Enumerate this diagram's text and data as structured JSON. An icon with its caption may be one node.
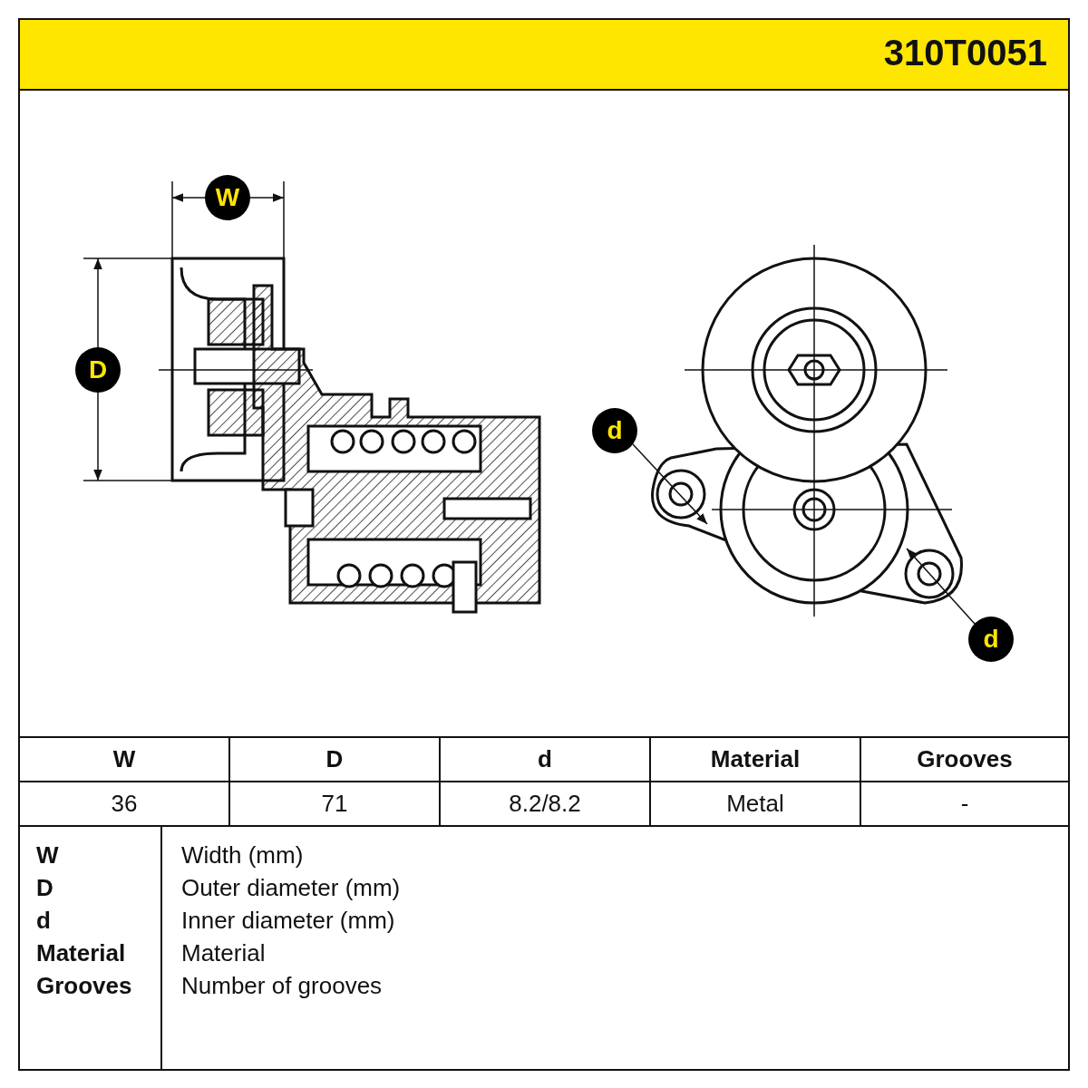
{
  "diagram": {
    "labels": [
      "310T0051",
      "W",
      "D",
      "d",
      "d",
      "W",
      "D",
      "d",
      "Material",
      "Grooves",
      "36",
      "71",
      "8.2/8.2",
      "Metal",
      "-",
      "W",
      "Width (mm)",
      "D",
      "Outer diameter (mm)",
      "d",
      "Inner diameter (mm)",
      "Material",
      "Material",
      "Grooves",
      "Number of grooves"
    ]
  }
}
